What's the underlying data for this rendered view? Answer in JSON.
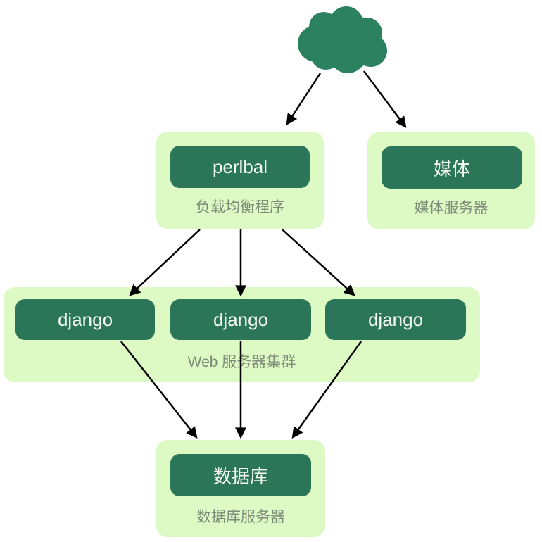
{
  "diagram": {
    "type": "architecture-diagram",
    "nodes": {
      "cloud": {
        "name": "internet-cloud"
      },
      "perlbal": {
        "label": "perlbal",
        "caption": "负载均衡程序"
      },
      "media": {
        "label": "媒体",
        "caption": "媒体服务器"
      },
      "web_cluster": {
        "caption": "Web 服务器集群",
        "servers": [
          {
            "label": "django"
          },
          {
            "label": "django"
          },
          {
            "label": "django"
          }
        ]
      },
      "database": {
        "label": "数据库",
        "caption": "数据库服务器"
      }
    },
    "edges": [
      {
        "from": "internet-cloud",
        "to": "perlbal"
      },
      {
        "from": "internet-cloud",
        "to": "media"
      },
      {
        "from": "perlbal",
        "to": "django-1"
      },
      {
        "from": "perlbal",
        "to": "django-2"
      },
      {
        "from": "perlbal",
        "to": "django-3"
      },
      {
        "from": "django-1",
        "to": "database"
      },
      {
        "from": "django-2",
        "to": "database"
      },
      {
        "from": "django-3",
        "to": "database"
      }
    ],
    "colors": {
      "group_fill": "#ddf9c4",
      "node_fill": "#2b7658",
      "cloud_fill": "#2c8260",
      "node_text": "#f4faf0",
      "caption_text": "#7d8a78",
      "arrow": "#000000",
      "background": "#ffffff"
    }
  }
}
